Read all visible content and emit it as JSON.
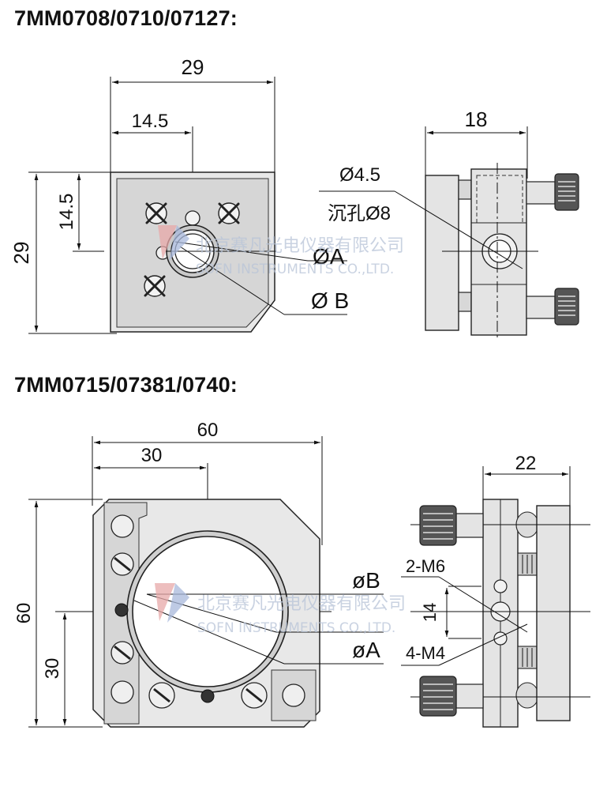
{
  "section_top": {
    "title": "7MM0708/0710/07127:",
    "front_view": {
      "dim_width": "29",
      "dim_half_width": "14.5",
      "dim_height": "29",
      "dim_half_height": "14.5",
      "label_dia_a": "ØA",
      "label_dia_b": "Ø B"
    },
    "side_view": {
      "dim_depth": "18",
      "label_hole": "Ø4.5",
      "label_counterbore": "沉孔Ø8"
    }
  },
  "section_bottom": {
    "title": "7MM0715/07381/0740:",
    "front_view": {
      "dim_width": "60",
      "dim_half_width": "30",
      "dim_height": "60",
      "dim_half_height": "30",
      "label_dia_b": "øB",
      "label_dia_a": "øA"
    },
    "side_view": {
      "dim_depth": "22",
      "label_m6": "2-M6",
      "label_m4": "4-M4",
      "dim_spacing": "14"
    }
  },
  "watermark": {
    "cn": "北京赛凡光电仪器有限公司",
    "en": "SOFN INSTRUMENTS CO.,LTD."
  },
  "colors": {
    "part_fill": "#dcdcdc",
    "part_stroke": "#222222",
    "line": "#111111",
    "watermark_text": "#b8c4d8",
    "watermark_logo_red": "#e8a9a9",
    "watermark_logo_blue": "#a9b9dc"
  }
}
